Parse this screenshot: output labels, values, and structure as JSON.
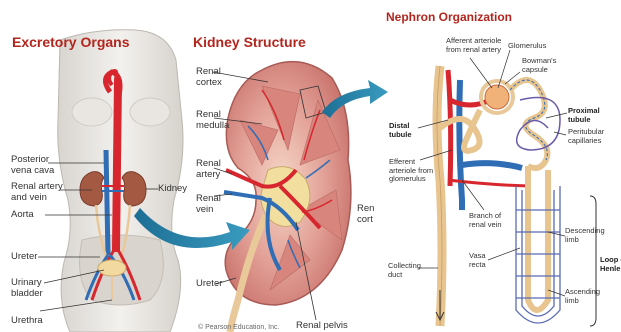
{
  "panels": {
    "excretory": {
      "title": "Excretory Organs"
    },
    "kidney": {
      "title": "Kidney Structure"
    },
    "nephron": {
      "title": "Nephron Organization"
    }
  },
  "excretory_labels": {
    "posterior_vena_cava": "Posterior\nvena cava",
    "renal_artery_vein": "Renal artery\nand vein",
    "kidney": "Kidney",
    "aorta": "Aorta",
    "ureter": "Ureter",
    "urinary_bladder": "Urinary\nbladder",
    "urethra": "Urethra"
  },
  "kidney_labels": {
    "renal_cortex": "Renal\ncortex",
    "renal_medulla": "Renal\nmedulla",
    "renal_artery": "Renal\nartery",
    "renal_vein": "Renal\nvein",
    "ureter": "Ureter",
    "renal_pelvis": "Renal pelvis",
    "cut_off_label": "Ren\ncort",
    "copyright": "© Pearson Education, Inc."
  },
  "nephron_labels": {
    "afferent_arteriole": "Afferent arteriole\nfrom renal artery",
    "glomerulus": "Glomerulus",
    "bowmans_capsule": "Bowman's\ncapsule",
    "proximal_tubule": "Proximal\ntubule",
    "peritubular_capillaries": "Peritubular\ncapillaries",
    "distal_tubule": "Distal\ntubule",
    "efferent_arteriole": "Efferent\narteriole from\nglomerulus",
    "branch_renal_vein": "Branch of\nrenal vein",
    "descending_limb": "Descending\nlimb",
    "loop_of_henle": "Loop o\nHenle",
    "vasa_recta": "Vasa\nrecta",
    "collecting_duct": "Collecting\nduct",
    "ascending_limb": "Ascending\nlimb"
  },
  "colors": {
    "title_red": "#b3261e",
    "artery_red": "#d7262e",
    "vein_blue": "#2f6db5",
    "tubule_tan": "#e9c89a",
    "kidney_pink": "#d98a86",
    "arrow_teal": "#2a7ea0"
  }
}
